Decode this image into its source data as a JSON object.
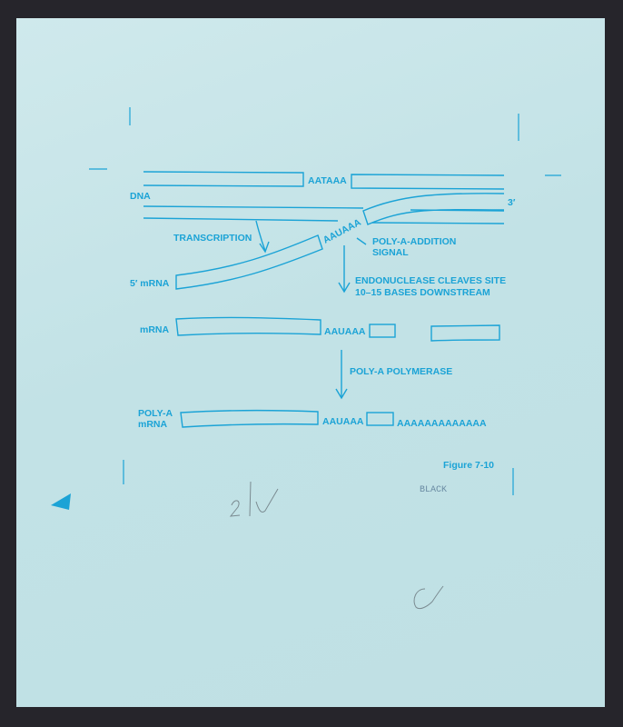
{
  "labels": {
    "dna": "DNA",
    "aataaa": "AATAAA",
    "three_prime": "3′",
    "transcription": "TRANSCRIPTION",
    "aauaaa_signal": "AAUAAA",
    "poly_a_signal_line1": "POLY-A-ADDITION",
    "poly_a_signal_line2": "SIGNAL",
    "five_prime_mrna": "5′ mRNA",
    "endonuclease_line1": "ENDONUCLEASE CLEAVES SITE",
    "endonuclease_line2": "10–15 BASES DOWNSTREAM",
    "mrna": "mRNA",
    "aauaaa_cleaved": "AAUAAA",
    "poly_a_polymerase": "POLY-A POLYMERASE",
    "poly_a_mrna_line1": "POLY-A",
    "poly_a_mrna_line2": "mRNA",
    "aauaaa_final": "AAUAAA",
    "poly_a_tail": "AAAAAAAAAAAAA",
    "figure_caption": "Figure 7-10",
    "stamp": "BLACK"
  },
  "handwriting": [
    "2U",
    "C"
  ],
  "colors": {
    "ink": "#1ba3d6",
    "paper": "#c4e3e6",
    "background": "#26252b"
  }
}
